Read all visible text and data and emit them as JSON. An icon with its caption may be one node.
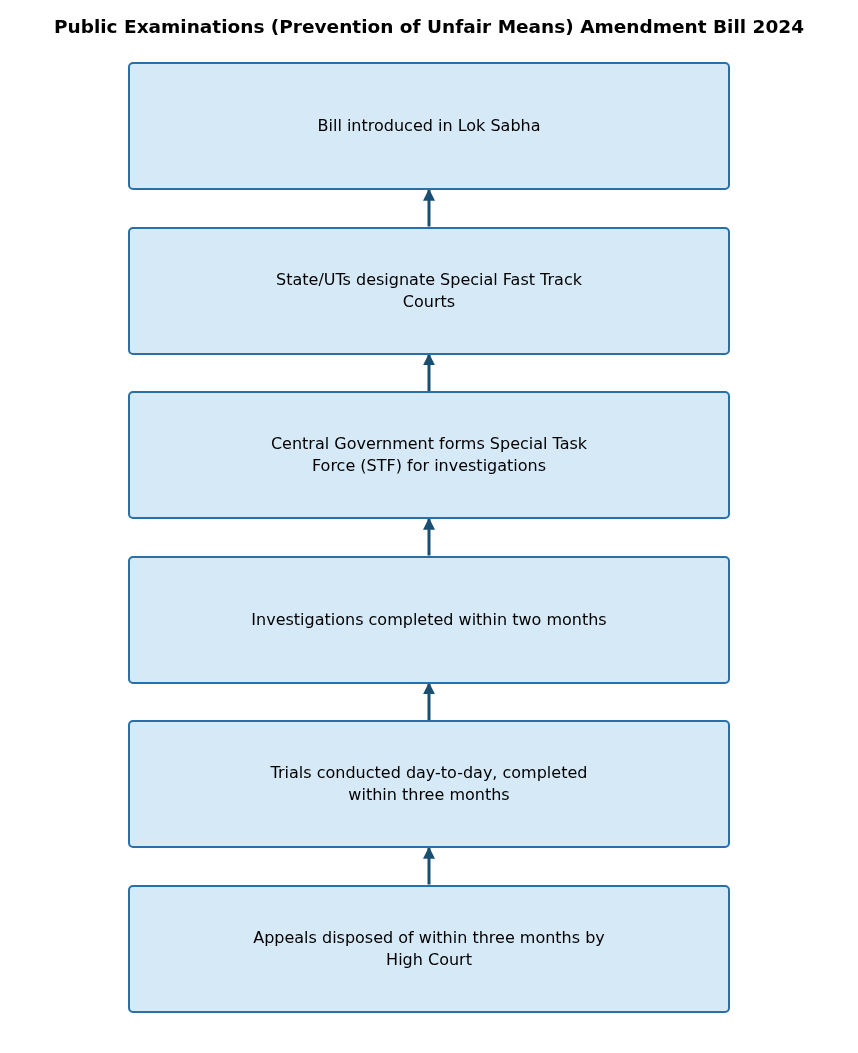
{
  "diagram": {
    "title": "Public Examinations (Prevention of Unfair Means) Amendment Bill 2024",
    "nodes": [
      {
        "text": [
          "Bill introduced in Lok Sabha"
        ]
      },
      {
        "text": [
          "State/UTs designate Special Fast Track Courts"
        ]
      },
      {
        "text": [
          "Central Government forms Special Task Force (STF) for investigations"
        ]
      },
      {
        "text": [
          "Investigations completed within two months"
        ]
      },
      {
        "text": [
          "Trials conducted day-to-day, completed within three months"
        ]
      },
      {
        "text": [
          "Appeals disposed of within three months by High Court"
        ]
      }
    ],
    "edges": [
      {
        "from": 1,
        "to": 0,
        "arrow": "to"
      },
      {
        "from": 2,
        "to": 1,
        "arrow": "to"
      },
      {
        "from": 3,
        "to": 2,
        "arrow": "to"
      },
      {
        "from": 4,
        "to": 3,
        "arrow": "to"
      },
      {
        "from": 5,
        "to": 4,
        "arrow": "to"
      }
    ]
  }
}
